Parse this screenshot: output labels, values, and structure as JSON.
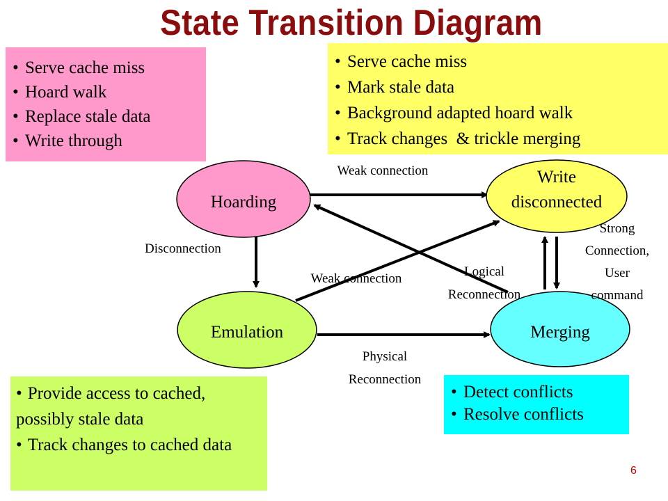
{
  "title": "State Transition Diagram",
  "colors": {
    "title": "#8b0c0c",
    "hoarding": "#ff99cc",
    "write_disconnected": "#ffff66",
    "emulation": "#ccff66",
    "merging": "#00ffff",
    "page_number": "#cc0000"
  },
  "states": {
    "hoarding": "Hoarding",
    "write_disconnected_line1": "Write",
    "write_disconnected_line2": "disconnected",
    "emulation": "Emulation",
    "merging": "Merging"
  },
  "transitions": {
    "hoarding_to_write": "Weak connection",
    "hoarding_to_emulation": "Disconnection",
    "emulation_to_write": "Weak connection",
    "emulation_to_merging_line1": "Physical",
    "emulation_to_merging_line2": "Reconnection",
    "merging_to_hoarding_line1": "Logical",
    "merging_to_hoarding_line2": "Reconnection",
    "merging_write_line1": "Strong",
    "merging_write_line2": "Connection,",
    "merging_write_line3": "User",
    "merging_write_line4": "command"
  },
  "boxes": {
    "hoarding": [
      "Serve cache miss",
      "Hoard walk",
      "Replace stale data",
      "Write through"
    ],
    "write_disconnected": [
      "Serve cache miss",
      "Mark stale data",
      "Background adapted hoard walk",
      "Track changes  & trickle merging"
    ],
    "emulation": [
      "Provide access to cached, possibly stale data",
      "Track changes to  cached data"
    ],
    "merging": [
      "Detect conflicts",
      "Resolve conflicts"
    ]
  },
  "page_number": "6"
}
